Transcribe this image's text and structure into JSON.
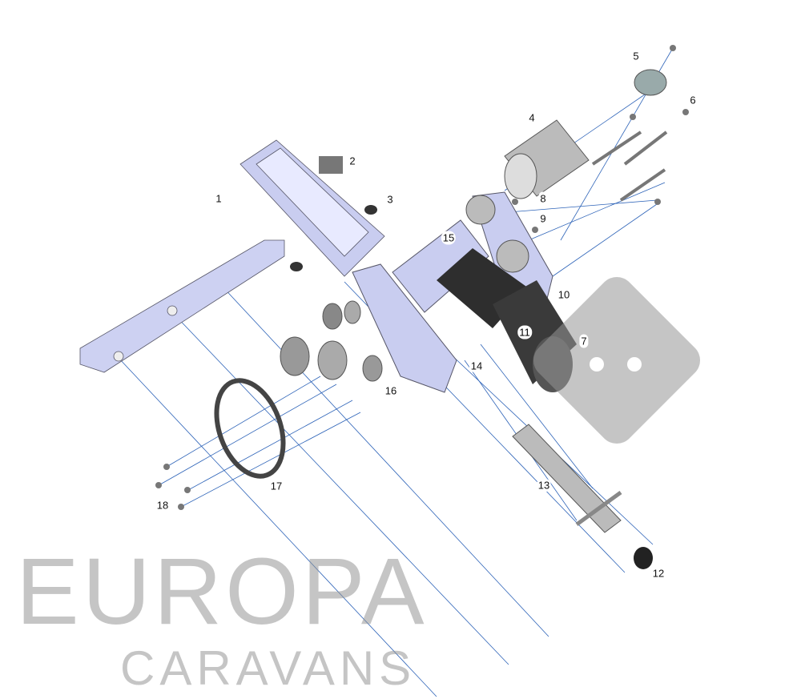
{
  "diagram": {
    "type": "exploded-parts-view",
    "part_numbers": [
      "1",
      "2",
      "3",
      "4",
      "5",
      "6",
      "7",
      "8",
      "9",
      "10",
      "11",
      "12",
      "13",
      "14",
      "15",
      "16",
      "17",
      "18"
    ]
  },
  "watermark": {
    "line1": "EUROPA",
    "line2": "CARAVANS"
  },
  "colors": {
    "leader_line": "#2d63b8",
    "frame": "#c9cdf0",
    "motor": "#3a3a3a",
    "metal": "#b9b9b9",
    "watermark": "#969696"
  }
}
